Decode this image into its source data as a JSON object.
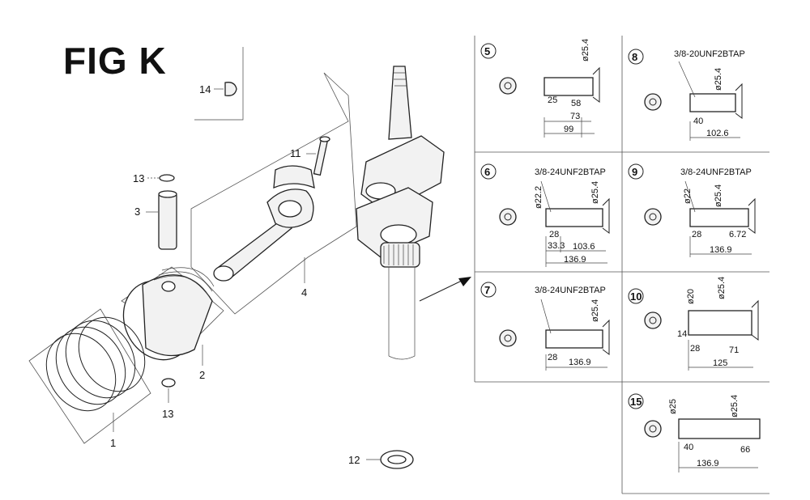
{
  "figure": {
    "title": "FIG K"
  },
  "callouts": [
    {
      "id": "14",
      "label": "14"
    },
    {
      "id": "13a",
      "label": "13"
    },
    {
      "id": "3",
      "label": "3"
    },
    {
      "id": "11",
      "label": "11"
    },
    {
      "id": "4",
      "label": "4"
    },
    {
      "id": "2",
      "label": "2"
    },
    {
      "id": "13b",
      "label": "13"
    },
    {
      "id": "1",
      "label": "1"
    },
    {
      "id": "12",
      "label": "12"
    }
  ],
  "variants": [
    {
      "number": "5",
      "spec": "",
      "dims": [
        "25",
        "58",
        "73",
        "99",
        "ø25.4"
      ]
    },
    {
      "number": "8",
      "spec": "3/8-20UNF2BTAP",
      "dims": [
        "40",
        "102.6",
        "ø25.4"
      ]
    },
    {
      "number": "6",
      "spec": "3/8-24UNF2BTAP",
      "dims": [
        "28",
        "33.3",
        "103.6",
        "136.9",
        "ø22.2",
        "ø25.4"
      ]
    },
    {
      "number": "9",
      "spec": "3/8-24UNF2BTAP",
      "dims": [
        "28",
        "6.72",
        "136.9",
        "ø22",
        "ø25.4"
      ]
    },
    {
      "number": "7",
      "spec": "3/8-24UNF2BTAP",
      "dims": [
        "28",
        "136.9",
        "ø25.4"
      ]
    },
    {
      "number": "10",
      "spec": "",
      "dims": [
        "14",
        "28",
        "71",
        "125",
        "ø20",
        "ø25.4"
      ]
    },
    {
      "number": "15",
      "spec": "",
      "dims": [
        "40",
        "66",
        "136.9",
        "ø25",
        "ø25.4"
      ]
    }
  ]
}
